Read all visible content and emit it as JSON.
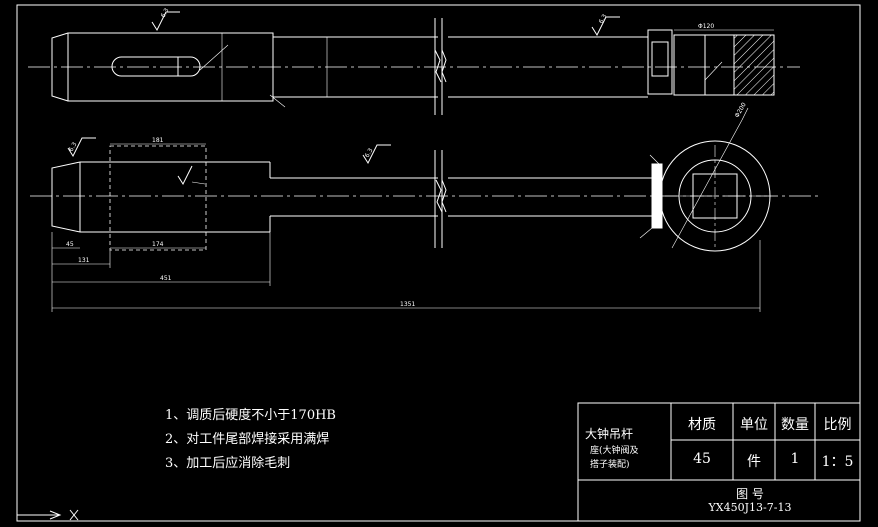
{
  "drawing": {
    "dims": {
      "d1": "1351",
      "d2": "451",
      "d3": "131",
      "d4": "45",
      "d5": "181",
      "d6": "174",
      "d7": "Φ120",
      "d8": "Φ200"
    },
    "roughness": {
      "r1": "6.3",
      "r2": "6.3",
      "r3": "6.3",
      "r4": "6.3"
    }
  },
  "notes": [
    "1、调质后硬度不小于170HB",
    "2、对工件尾部焊接采用满焊",
    "3、加工后应消除毛刺"
  ],
  "title_block": {
    "part_name": "大钟吊杆",
    "part_sub_1": "座(大钟阀及",
    "part_sub_2": "搭子装配)",
    "material_label": "材质",
    "material_value": "45",
    "unit_label": "单位",
    "unit_value": "件",
    "qty_label": "数量",
    "qty_value": "1",
    "scale_label": "比例",
    "scale_value": "1：5",
    "drawing_no_label": "图 号",
    "drawing_no_value": "YX450J13-7-13"
  }
}
